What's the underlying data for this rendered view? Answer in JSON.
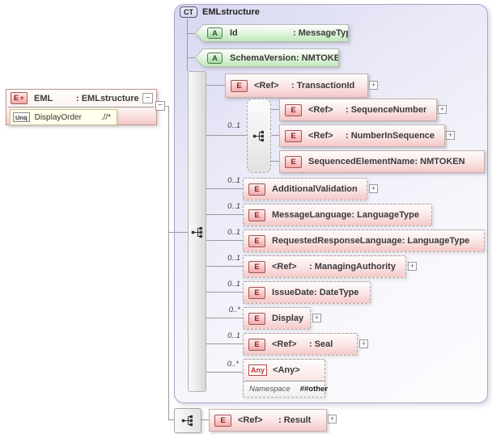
{
  "icons": {
    "expand": "+",
    "collapse": "−",
    "element_plus": "+"
  },
  "eml": {
    "badge": "E",
    "name": "EML",
    "type": ": EMLstructure",
    "unique": {
      "badge": "Unq",
      "name": "DisplayOrder",
      "selector": ".//*"
    }
  },
  "ct": {
    "badge": "CT",
    "title": "EMLstructure",
    "attributes": [
      {
        "badge": "A",
        "name": "Id",
        "type": ": MessageTypeType"
      },
      {
        "badge": "A",
        "name": "SchemaVersion",
        "type": ": NMTOKEN"
      }
    ],
    "children": {
      "transaction_id": {
        "badge": "E",
        "name": "<Ref>",
        "type": ": TransactionId"
      },
      "seq_group": {
        "occurs": "0..1",
        "sequence_number": {
          "badge": "E",
          "name": "<Ref>",
          "type": ": SequenceNumber"
        },
        "number_in_sequence": {
          "badge": "E",
          "name": "<Ref>",
          "type": ": NumberInSequence"
        },
        "sequenced_element_name": {
          "badge": "E",
          "name": "SequencedElementName",
          "type": ": NMTOKEN"
        }
      },
      "additional_validation": {
        "badge": "E",
        "occurs": "0..1",
        "name": "AdditionalValidation",
        "type": ""
      },
      "message_language": {
        "badge": "E",
        "occurs": "0..1",
        "name": "MessageLanguage",
        "type": ": LanguageType"
      },
      "requested_response_language": {
        "badge": "E",
        "occurs": "0..1",
        "name": "RequestedResponseLanguage",
        "type": ": LanguageType"
      },
      "managing_authority": {
        "badge": "E",
        "occurs": "0..1",
        "name": "<Ref>",
        "type": ": ManagingAuthority"
      },
      "issue_date": {
        "badge": "E",
        "occurs": "0..1",
        "name": "IssueDate",
        "type": ": DateType"
      },
      "display": {
        "badge": "E",
        "occurs": "0..*",
        "name": "Display",
        "type": ""
      },
      "seal": {
        "badge": "E",
        "occurs": "0..1",
        "name": "<Ref>",
        "type": ": Seal"
      },
      "any": {
        "badge": "Any",
        "occurs": "0..*",
        "name": "<Any>",
        "ns_label": "Namespace",
        "ns_value": "##other"
      }
    }
  },
  "result": {
    "badge": "E",
    "name": "<Ref>",
    "type": ": Result"
  }
}
